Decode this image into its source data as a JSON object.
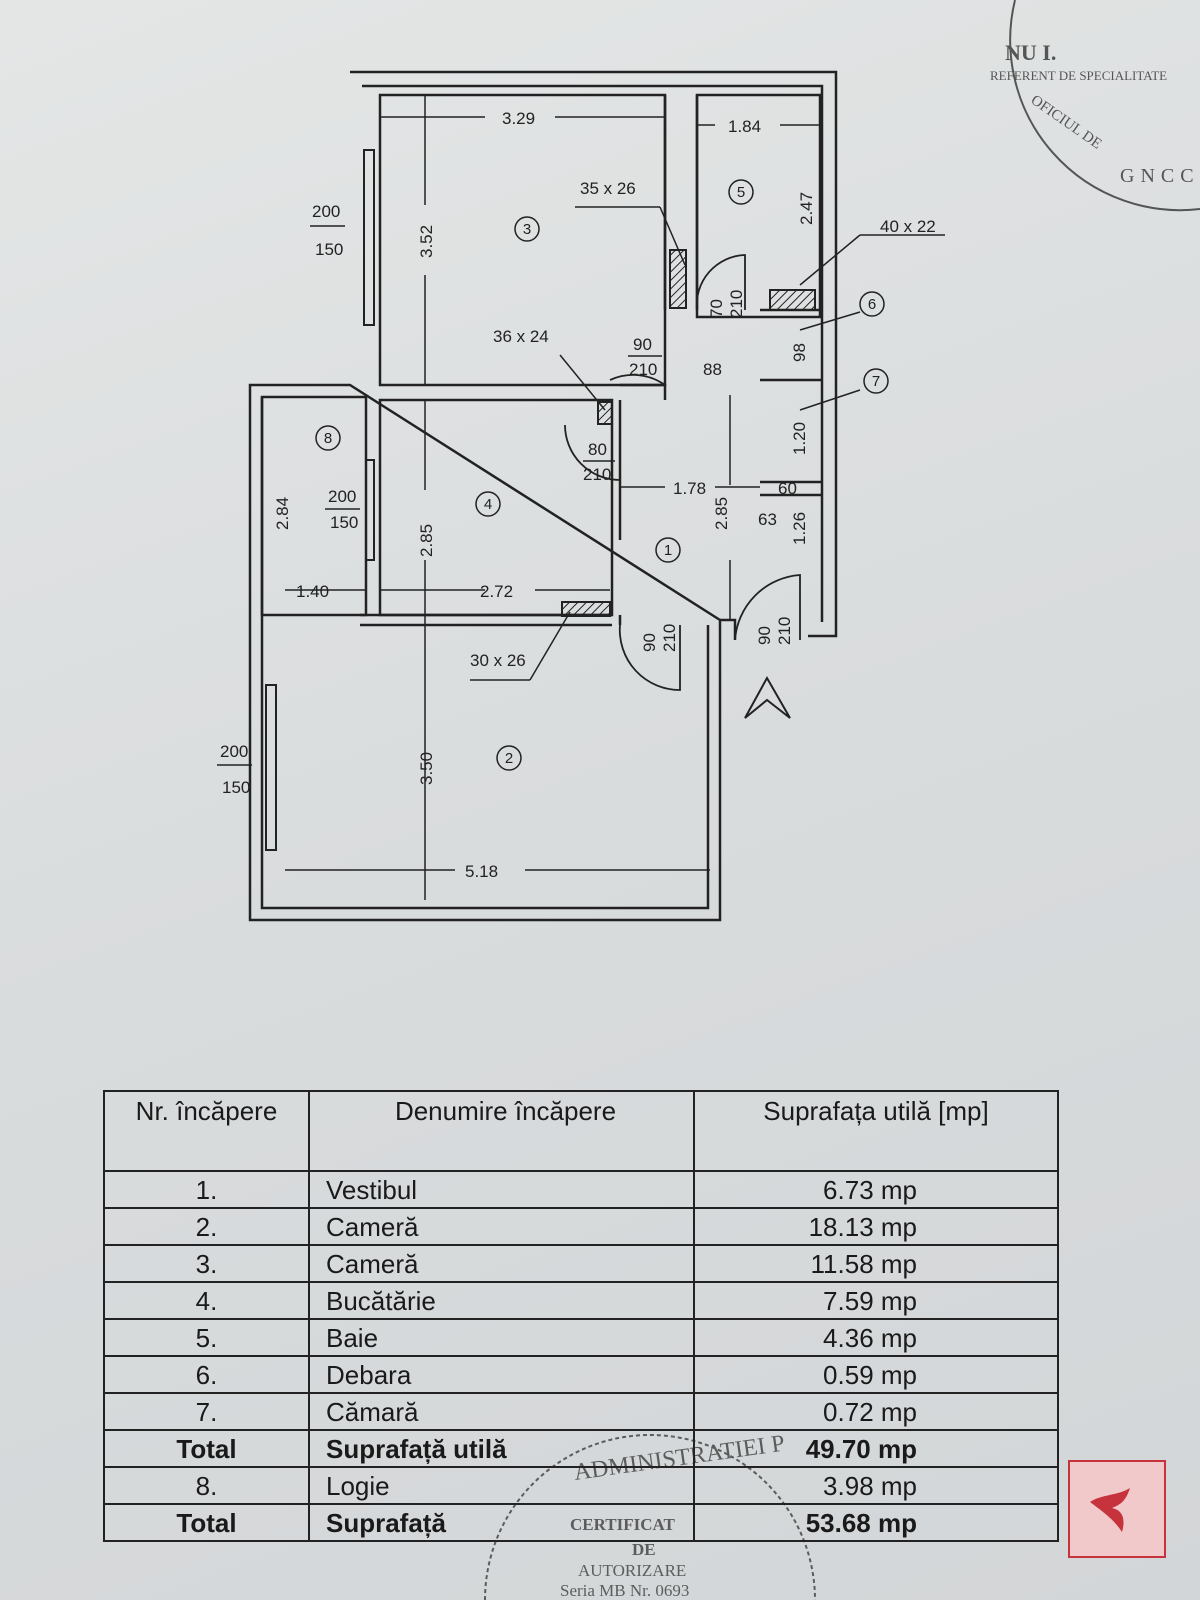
{
  "plan": {
    "dimensions": {
      "r3_width": "3.29",
      "r5_width": "1.84",
      "r3_height": "3.52",
      "r5_height": "2.47",
      "r3_vent": "35 x 26",
      "r5_vent": "40 x 22",
      "r4_vent": "36 x 24",
      "r2_vent": "30 x 26",
      "win3_top": "200",
      "win3_bot": "150",
      "win4_top": "200",
      "win4_bot": "150",
      "win2_top": "200",
      "win2_bot": "150",
      "door5_top": "70",
      "door5_bot": "210",
      "door3_top": "90",
      "door3_bot": "210",
      "hall_width": "88",
      "r6_height": "98",
      "door4_top": "80",
      "door4_bot": "210",
      "r1_width": "1.78",
      "r7_height": "1.20",
      "r7_width": "60",
      "wall_63": "63",
      "r1_lower": "1.26",
      "r8_height": "2.84",
      "r4_height": "2.85",
      "r1_height": "2.85",
      "r8_width": "1.40",
      "r4_width": "2.72",
      "door2_top": "90",
      "door2_bot": "210",
      "door1_top": "90",
      "door1_bot": "210",
      "r2_height": "3.50",
      "r2_width": "5.18"
    },
    "room_numbers": [
      "1",
      "2",
      "3",
      "4",
      "5",
      "6",
      "7",
      "8"
    ]
  },
  "table": {
    "headers": [
      "Nr. încăpere",
      "Denumire încăpere",
      "Suprafața utilă [mp]"
    ],
    "rows": [
      {
        "nr": "1.",
        "name": "Vestibul",
        "area": "6.73 mp"
      },
      {
        "nr": "2.",
        "name": "Cameră",
        "area": "18.13 mp"
      },
      {
        "nr": "3.",
        "name": "Cameră",
        "area": "11.58 mp"
      },
      {
        "nr": "4.",
        "name": "Bucătărie",
        "area": "7.59 mp"
      },
      {
        "nr": "5.",
        "name": "Baie",
        "area": "4.36 mp"
      },
      {
        "nr": "6.",
        "name": "Debara",
        "area": "0.59 mp"
      },
      {
        "nr": "7.",
        "name": "Cămară",
        "area": "0.72 mp"
      },
      {
        "nr": "Total",
        "name": "Suprafață utilă",
        "area": "49.70 mp"
      },
      {
        "nr": "8.",
        "name": "Logie",
        "area": "3.98 mp"
      },
      {
        "nr": "Total",
        "name": "Suprafață",
        "area": "53.68 mp"
      }
    ]
  },
  "stamps": {
    "top_right": [
      "NU I.",
      "REFERENT DE SPECIALITATE",
      "OFICIUL DE",
      "GNCC"
    ],
    "bottom": [
      "ADMINISTRATIEI P",
      "CERTIFICAT",
      "DE",
      "AUTORIZARE",
      "Seria MB Nr. 0693"
    ]
  },
  "colors": {
    "logo_bg": "#f1c9cb",
    "logo_accent": "#c7333c"
  }
}
